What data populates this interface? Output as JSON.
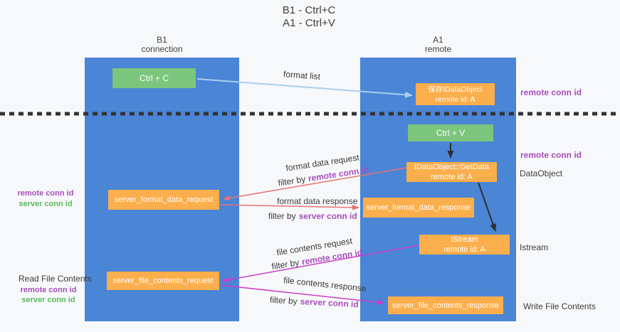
{
  "title": {
    "line1": "B1 - Ctrl+C",
    "line2": "A1 - Ctrl+V"
  },
  "lanes": {
    "b1": {
      "name": "B1",
      "subtitle": "connection"
    },
    "a1": {
      "name": "A1",
      "subtitle": "remote"
    }
  },
  "nodes": {
    "ctrl_c": {
      "label": "Ctrl + C"
    },
    "ctrl_v": {
      "label": "Ctrl + V"
    },
    "save_dataobject": {
      "line1": "保存IDataObject",
      "line2": "remote id: A"
    },
    "getdata": {
      "line1": "IDataObject::GetData",
      "line2": "remote id: A"
    },
    "istream": {
      "line1": "IStream",
      "line2": "remote id: A"
    },
    "format_request": {
      "label": "server_format_data_request"
    },
    "format_response": {
      "label": "server_format_data_response"
    },
    "file_request": {
      "label": "server_file_contents_request"
    },
    "file_response": {
      "label": "server_file_contents_response"
    }
  },
  "edge_labels": {
    "format_list": "format list",
    "format_data_request": "format data request",
    "format_data_response": "format data response",
    "file_contents_request": "file contents request",
    "file_contents_response": "file contents response",
    "filter_by": "filter by",
    "remote_conn_id": "remote conn id",
    "server_conn_id": "server conn id"
  },
  "annotations": {
    "right_remote_conn_id_top": "remote conn id",
    "right_remote_conn_id_mid": "remote conn id",
    "right_dataobject": "DataObject",
    "right_istream": "Istream",
    "right_write_file": "Write File Contents",
    "left_remote_conn_id_top": "remote conn id",
    "left_server_conn_id_top": "server conn id",
    "left_read_file": "Read File Contents",
    "left_remote_conn_id_bottom": "remote conn id",
    "left_server_conn_id_bottom": "server conn id"
  },
  "colors": {
    "lane_blue": "#4a85d6",
    "node_green": "#7cc57d",
    "node_orange": "#fbae4c",
    "arrow_red": "#e57373",
    "arrow_magenta": "#cb3ec9",
    "arrow_lightblue": "#a9cfef",
    "arrow_black": "#2f2f2f",
    "divider_black": "#333333",
    "text_purple": "#a74ebc",
    "text_green": "#5cb85c"
  }
}
